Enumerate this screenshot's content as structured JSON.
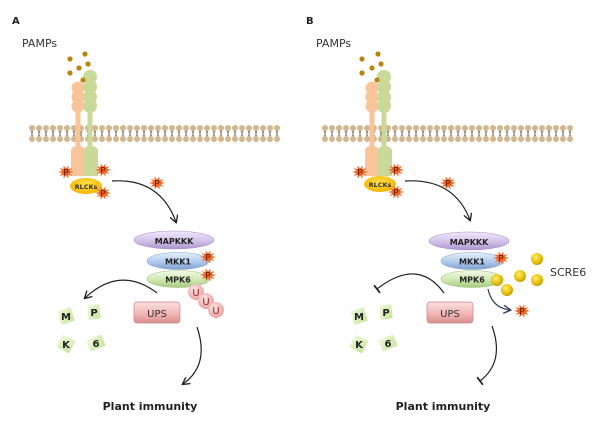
{
  "panels": [
    {
      "id": "A",
      "label": "A",
      "pamps_label": "PAMPs",
      "rlck_label": "RLCKs",
      "phospho_label": "P",
      "kinases": [
        "MAPKKK",
        "MKK1",
        "MPK6"
      ],
      "ubiquitin_label": "U",
      "ups_label": "UPS",
      "fragments": [
        "M",
        "P",
        "K",
        "6"
      ],
      "output_label": "Plant immunity",
      "output_effect": "activation",
      "degradation_effect": "activation"
    },
    {
      "id": "B",
      "label": "B",
      "pamps_label": "PAMPs",
      "rlck_label": "RLCKs",
      "phospho_label": "P",
      "kinases": [
        "MAPKKK",
        "MKK1",
        "MPK6"
      ],
      "effector_label": "SCRE6",
      "ups_label": "UPS",
      "fragments": [
        "M",
        "P",
        "K",
        "6"
      ],
      "output_label": "Plant immunity",
      "output_effect": "inhibition",
      "degradation_effect": "inhibition"
    }
  ],
  "colors": {
    "pamp": "#b8860b",
    "receptor_left": "#f9c49a",
    "receptor_right": "#c9d99a",
    "membrane_head": "#c9a97a",
    "rlck": "#f5c400",
    "phospho": "#f26522",
    "mapkkk": "#d6c8ea",
    "mkk1": "#b9d1ee",
    "mpk6": "#d4ebb8",
    "ubiquitin": "#f2b8b8",
    "ups": "#f0b6b6",
    "fragment": "#d8f0b8",
    "scre6": "#e0b800",
    "arrow": "#222222"
  }
}
